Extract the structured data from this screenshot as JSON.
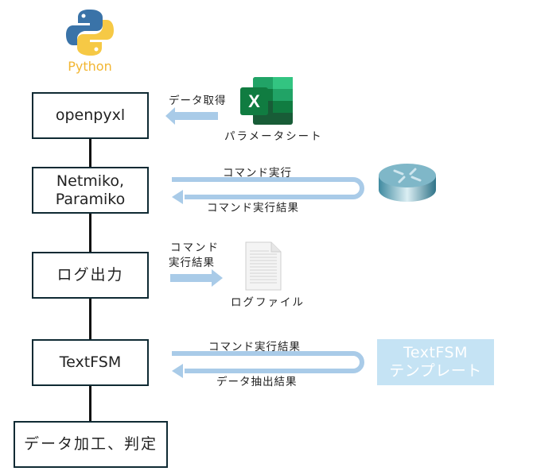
{
  "python_logo": {
    "label": "Python",
    "color_blue": "#3a73a8",
    "color_yellow": "#f6c945"
  },
  "flow_boxes": [
    {
      "id": "openpyxl",
      "label": "openpyxl"
    },
    {
      "id": "netmiko",
      "label_line1": "Netmiko,",
      "label_line2": "Paramiko"
    },
    {
      "id": "log",
      "label": "ログ出力"
    },
    {
      "id": "textfsm",
      "label": "TextFSM"
    },
    {
      "id": "process",
      "label": "データ加工、判定"
    }
  ],
  "step1": {
    "arrow_label": "データ取得",
    "source_label": "パラメータシート",
    "source_icon": "excel-icon"
  },
  "step2": {
    "top_label": "コマンド実行",
    "bottom_label": "コマンド実行結果",
    "target_icon": "router-icon"
  },
  "step3": {
    "label_line1": "コマンド",
    "label_line2": "実行結果",
    "target_label": "ログファイル",
    "target_icon": "document-icon"
  },
  "step4": {
    "top_label": "コマンド実行結果",
    "bottom_label": "データ抽出結果",
    "template_line1": "TextFSM",
    "template_line2": "テンプレート"
  },
  "colors": {
    "arrow": "#a9cbe8",
    "box_border": "#0f2a33",
    "template_bg": "#c5e3f4"
  }
}
